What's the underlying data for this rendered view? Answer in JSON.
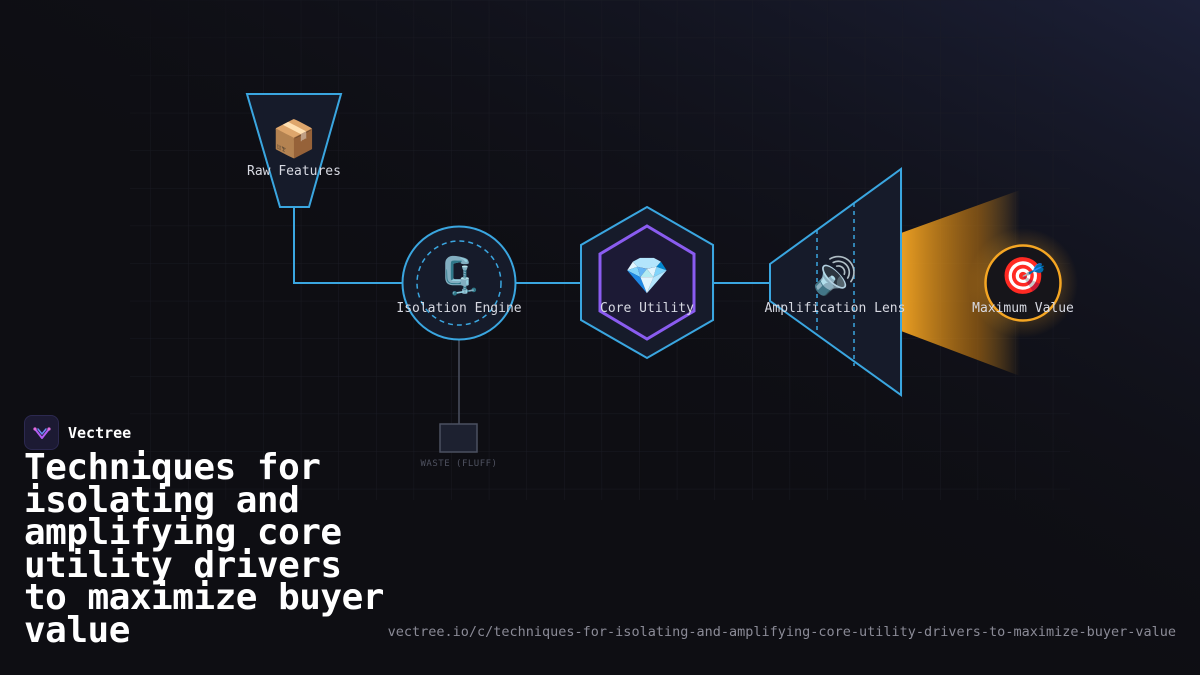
{
  "brand": {
    "name": "Vectree"
  },
  "title": "Techniques for isolating and amplifying core utility drivers to maximize buyer value",
  "url": "vectree.io/c/techniques-for-isolating-and-amplifying-core-utility-drivers-to-maximize-buyer-value",
  "diagram": {
    "nodes": {
      "raw_features": {
        "label": "Raw Features",
        "icon": "package-icon",
        "glyph": "📦"
      },
      "isolation_engine": {
        "label": "Isolation Engine",
        "icon": "clamp-icon",
        "glyph": "🗜️"
      },
      "core_utility": {
        "label": "Core Utility",
        "icon": "gem-icon",
        "glyph": "💎"
      },
      "amplification_lens": {
        "label": "Amplification Lens",
        "icon": "speaker-icon",
        "glyph": "🔊"
      },
      "maximum_value": {
        "label": "Maximum Value",
        "icon": "target-icon",
        "glyph": "🎯"
      },
      "waste": {
        "label": "WASTE (FLUFF)"
      }
    }
  },
  "colors": {
    "background": "#0e0e13",
    "accent_blue": "#3aa6e0",
    "accent_purple": "#8a5cf0",
    "accent_orange": "#f5a623"
  }
}
